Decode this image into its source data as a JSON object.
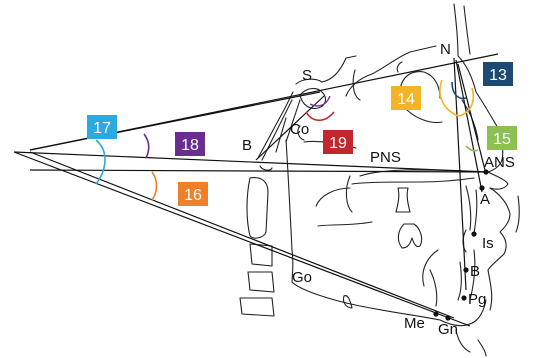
{
  "landmarks": {
    "S": "S",
    "N": "N",
    "B_cranial": "B",
    "Co": "Co",
    "PNS": "PNS",
    "ANS": "ANS",
    "A": "A",
    "Is": "Is",
    "B_mand": "B",
    "Pg": "Pg",
    "Go": "Go",
    "Me": "Me",
    "Gn": "Gn"
  },
  "angles": [
    {
      "id": "13",
      "color": "#1d4a72"
    },
    {
      "id": "14",
      "color": "#f4b427"
    },
    {
      "id": "15",
      "color": "#8cc152"
    },
    {
      "id": "16",
      "color": "#f07f2a"
    },
    {
      "id": "17",
      "color": "#29abe2"
    },
    {
      "id": "18",
      "color": "#6a2e91"
    },
    {
      "id": "19",
      "color": "#c1272d"
    }
  ]
}
